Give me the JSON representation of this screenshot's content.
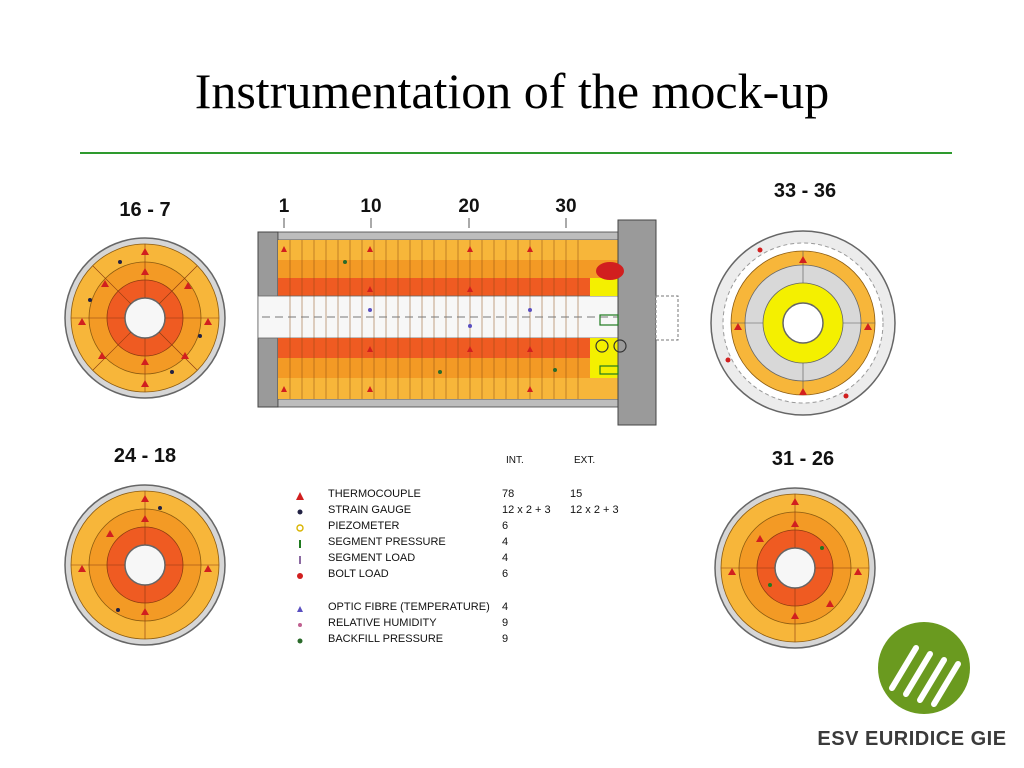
{
  "slide": {
    "title": "Instrumentation of the mock-up"
  },
  "colors": {
    "rule": "#2e9a2e",
    "ring_outer": "#f7b63a",
    "ring_mid": "#f39a25",
    "ring_inner": "#ef5b22",
    "ring_light": "#fbd26a",
    "yellow": "#f4f000",
    "grey": "#9a9a9a",
    "logo_green": "#6a9a1f"
  },
  "diagram": {
    "section_labels": {
      "top_left": "16 - 7",
      "bottom_left": "24 - 18",
      "top_right": "33 - 36",
      "bottom_right": "31 - 26"
    },
    "position_markers": [
      "1",
      "10",
      "20",
      "30"
    ]
  },
  "legend": {
    "header_int": "INT.",
    "header_ext": "EXT.",
    "rows": [
      {
        "symbol": "red-triangle",
        "color": "#d11f1f",
        "name": "THERMOCOUPLE",
        "int": "78",
        "ext": "15"
      },
      {
        "symbol": "dark-dot",
        "color": "#222244",
        "name": "STRAIN GAUGE",
        "int": "12 x 2 + 3",
        "ext": "12 x 2 + 3"
      },
      {
        "symbol": "yellow-circle",
        "color": "#d9b400",
        "name": "PIEZOMETER",
        "int": "6",
        "ext": ""
      },
      {
        "symbol": "green-bar",
        "color": "#1f7a1f",
        "name": "SEGMENT PRESSURE",
        "int": "4",
        "ext": ""
      },
      {
        "symbol": "purple-bar",
        "color": "#5a2a7a",
        "name": "SEGMENT LOAD",
        "int": "4",
        "ext": ""
      },
      {
        "symbol": "red-dot",
        "color": "#d11f1f",
        "name": "BOLT LOAD",
        "int": "6",
        "ext": ""
      },
      {
        "symbol": "blue-triangle",
        "color": "#5a4fc0",
        "name": "OPTIC FIBRE (TEMPERATURE)",
        "int": "4",
        "ext": ""
      },
      {
        "symbol": "pink-dot",
        "color": "#c06090",
        "name": "RELATIVE HUMIDITY",
        "int": "9",
        "ext": ""
      },
      {
        "symbol": "green-dot",
        "color": "#2a6a2a",
        "name": "BACKFILL PRESSURE",
        "int": "9",
        "ext": ""
      }
    ]
  },
  "logo": {
    "text": "ESV EURIDICE GIE"
  }
}
